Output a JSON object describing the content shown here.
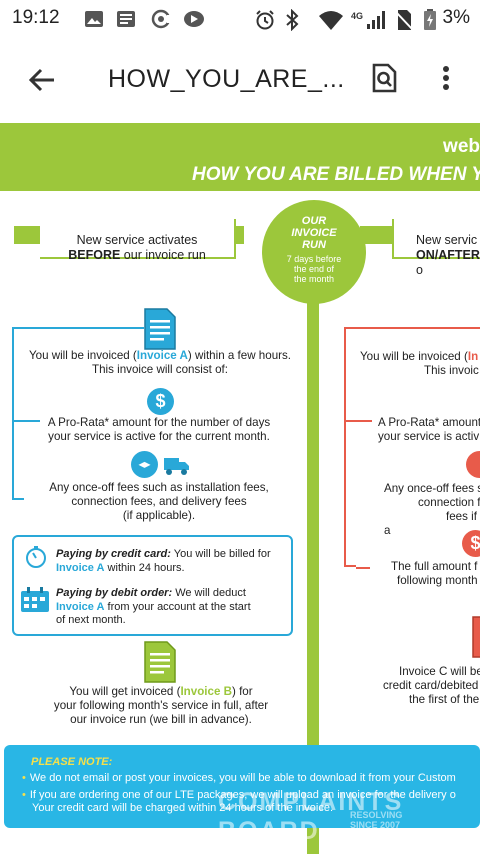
{
  "status_bar": {
    "time": "19:12",
    "network": "4G",
    "battery": "3%",
    "icons": [
      "image-icon",
      "news-icon",
      "sync-icon",
      "media-icon",
      "alarm-icon",
      "bluetooth-icon",
      "wifi-icon",
      "signal-icon",
      "no-sim-icon",
      "battery-icon"
    ]
  },
  "app_bar": {
    "title": "HOW_YOU_ARE_...",
    "back_icon": "arrow-back-icon",
    "find_icon": "find-in-page-icon",
    "more_icon": "more-vert-icon"
  },
  "document": {
    "brand": "web",
    "header_title": "HOW YOU ARE BILLED WHEN YO",
    "left_heading": {
      "line1": "New service activates",
      "bold": "BEFORE",
      "line2_rest": " our invoice run"
    },
    "right_heading": {
      "line1": "New servic",
      "bold": "ON/AFTER",
      "line2_rest": " o"
    },
    "invoice_run": {
      "title_lines": [
        "OUR",
        "INVOICE",
        "RUN"
      ],
      "sub_lines": [
        "7 days before",
        "the end of",
        "the month"
      ]
    },
    "left_column": {
      "invoiced_1": "You will be invoiced (",
      "invoice_a": "Invoice A",
      "invoiced_2": ") within a few hours.",
      "consist": "This invoice will consist of:",
      "prorata_1": "A Pro-Rata* amount for the number of days",
      "prorata_2": "your service is active for the current month.",
      "fees_1": "Any once-off fees such as installation fees,",
      "fees_2": "connection fees, and delivery fees",
      "fees_3": "(if applicable).",
      "pay_cc_label": "Paying by credit card:",
      "pay_cc_text": " You will be billed for",
      "pay_cc_inv": "Invoice A",
      "pay_cc_text2": " within 24 hours.",
      "pay_do_label": "Paying by debit order:",
      "pay_do_text": " We will deduct",
      "pay_do_inv": "Invoice A",
      "pay_do_text2": " from your account at the start",
      "pay_do_text3": "of next month.",
      "invb_1": "You will get invoiced (",
      "invoice_b": "Invoice B",
      "invb_2": ") for",
      "invb_3": "your following month's service in full, after",
      "invb_4": "our invoice run (we bill in advance)."
    },
    "right_column": {
      "invoiced_1": "You will be invoiced (",
      "invoice_cut": "In",
      "consist": "This invoic",
      "prorata_1": "A Pro-Rata* amount",
      "prorata_2": "your service is activ",
      "fees_1": "Any once-off fees s",
      "fees_2": "connection f",
      "fees_3": "fees if a",
      "full_1": "The full amount f",
      "full_2": "following month",
      "invc_1": "Invoice C will be",
      "invc_2": "credit card/debited",
      "invc_3": "the first of the"
    },
    "note": {
      "title": "PLEASE NOTE:",
      "line1": "We do not email or post your invoices, you will be able to download it from your Custom",
      "line2": "If you are ordering one of our LTE packages, we will upload an invoice for the delivery o",
      "line3": "Your credit card will be charged within 24 hours of the invoice."
    },
    "watermark": {
      "main": "COMPLAINTS BOARD",
      "sub1": "RESOLVING",
      "sub2": "SINCE 2007"
    }
  },
  "colors": {
    "green": "#9cc73b",
    "blue": "#29a8d8",
    "red": "#e85b4a",
    "note_bg": "#29b6e5",
    "note_title": "#f5e04a"
  }
}
